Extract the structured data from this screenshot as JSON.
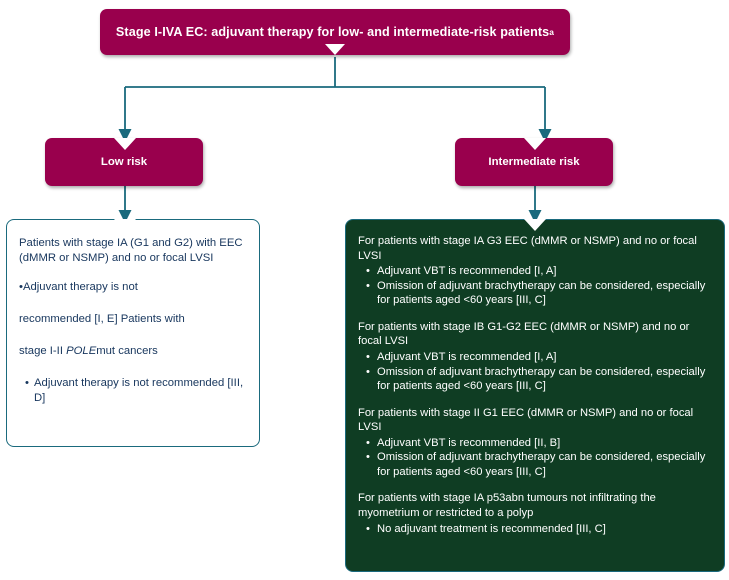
{
  "colors": {
    "banner_magenta": "#99004d",
    "panel_green": "#0f3d23",
    "connector_teal": "#1a6a7d",
    "left_text_navy": "#17365d",
    "white": "#ffffff"
  },
  "title": {
    "text": "Stage I-IVA EC: adjuvant therapy for low- and intermediate-risk patients",
    "superscript": "a"
  },
  "branches": {
    "low": {
      "label": "Low risk"
    },
    "intermediate": {
      "label": "Intermediate risk"
    }
  },
  "low_risk_panel": {
    "paragraph_1": "Patients with stage IA (G1 and G2) with EEC (dMMR or NSMP) and no or focal LVSI",
    "line_2a": "•Adjuvant therapy is not",
    "line_2b": "recommended [I, E] Patients with",
    "line_2c_pre": "stage I-II ",
    "line_2c_italic": "POLE",
    "line_2c_post": "mut cancers",
    "bullet_dot": "•",
    "bullet_text": "Adjuvant therapy is not recommended [III, D]"
  },
  "intermediate_risk_panel": {
    "bullet_dot": "•",
    "groups": [
      {
        "heading": "For patients with stage IA G3 EEC (dMMR or NSMP) and no or focal LVSI",
        "bullets": [
          "Adjuvant VBT is recommended [I, A]",
          "Omission of adjuvant brachytherapy can be considered, especially for patients aged <60 years [III, C]"
        ]
      },
      {
        "heading": "For patients with stage IB G1-G2 EEC (dMMR or NSMP) and no or focal LVSI",
        "bullets": [
          "Adjuvant VBT is recommended [I, A]",
          "Omission of adjuvant brachytherapy can be considered, especially for patients aged <60 years [III, C]"
        ]
      },
      {
        "heading": "For patients with stage II G1 EEC (dMMR or NSMP) and no or focal LVSI",
        "bullets": [
          "Adjuvant VBT is recommended [II, B]",
          "Omission of adjuvant brachytherapy can be considered, especially for patients aged <60 years [III, C]"
        ]
      },
      {
        "heading": "For patients with stage IA p53abn tumours not infiltrating the myometrium or restricted to a polyp",
        "bullets": [
          "No adjuvant treatment is recommended [III, C]"
        ]
      }
    ]
  }
}
